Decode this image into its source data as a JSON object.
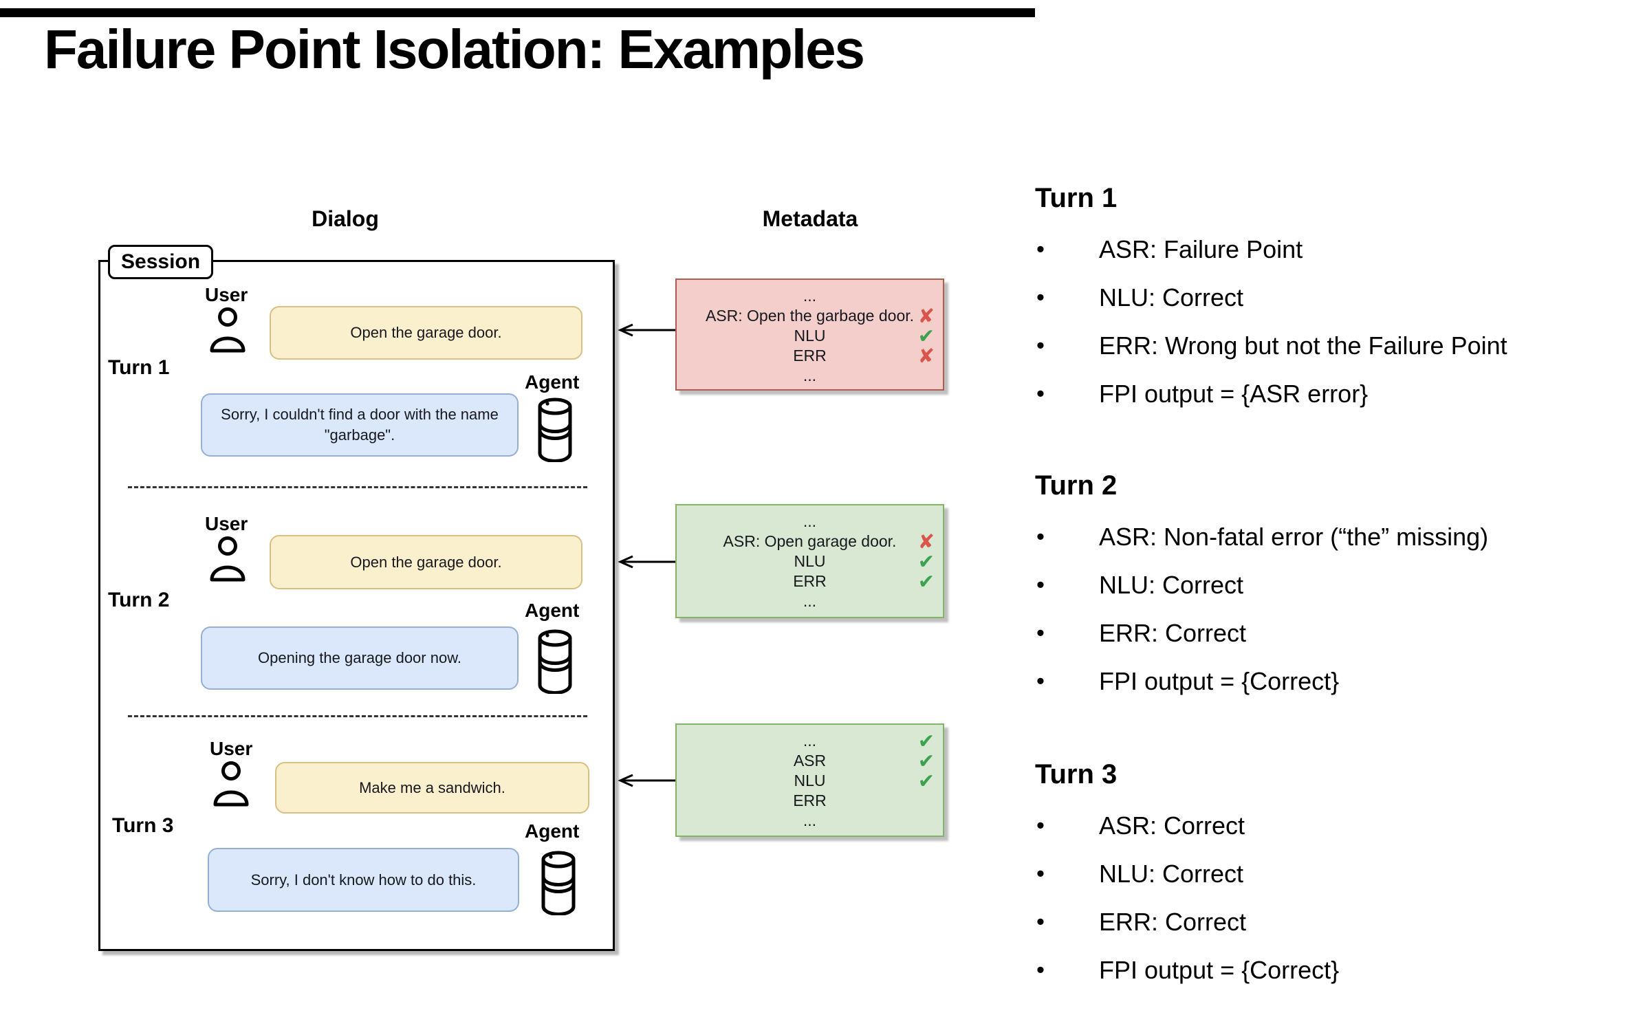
{
  "slide": {
    "title": "Failure Point Isolation: Examples"
  },
  "diagram": {
    "dialog_heading": "Dialog",
    "metadata_heading": "Metadata",
    "session_label": "Session",
    "turns": [
      {
        "label": "Turn 1",
        "user_label": "User",
        "agent_label": "Agent",
        "user_message": "Open the garage door.",
        "agent_message": "Sorry, I couldn't find a door with the name \"garbage\".",
        "metadata": {
          "status": "error",
          "rows": [
            {
              "text": "..."
            },
            {
              "text": "ASR: Open the garbage door.",
              "mark": "cross"
            },
            {
              "text": "NLU",
              "mark": "check"
            },
            {
              "text": "ERR",
              "mark": "cross"
            },
            {
              "text": "..."
            }
          ]
        }
      },
      {
        "label": "Turn 2",
        "user_label": "User",
        "agent_label": "Agent",
        "user_message": "Open the garage door.",
        "agent_message": "Opening the garage door now.",
        "metadata": {
          "status": "ok",
          "rows": [
            {
              "text": "..."
            },
            {
              "text": "ASR: Open garage door.",
              "mark": "cross"
            },
            {
              "text": "NLU",
              "mark": "check"
            },
            {
              "text": "ERR",
              "mark": "check"
            },
            {
              "text": "..."
            }
          ]
        }
      },
      {
        "label": "Turn 3",
        "user_label": "User",
        "agent_label": "Agent",
        "user_message": "Make me a sandwich.",
        "agent_message": "Sorry, I don't know how to do this.",
        "metadata": {
          "status": "ok",
          "rows": [
            {
              "text": "...",
              "mark": "check"
            },
            {
              "text": "ASR",
              "mark": "check"
            },
            {
              "text": "NLU",
              "mark": "check"
            },
            {
              "text": "ERR"
            },
            {
              "text": "..."
            }
          ]
        }
      }
    ]
  },
  "right_panel": {
    "turns": [
      {
        "heading": "Turn 1",
        "bullets": [
          "ASR: Failure Point",
          "NLU: Correct",
          "ERR: Wrong but not the Failure Point",
          "FPI output = {ASR error}"
        ]
      },
      {
        "heading": "Turn 2",
        "bullets": [
          "ASR: Non-fatal error (“the” missing)",
          "NLU: Correct",
          "ERR: Correct",
          "FPI output = {Correct}"
        ]
      },
      {
        "heading": "Turn 3",
        "bullets": [
          "ASR: Correct",
          "NLU: Correct",
          "ERR: Correct",
          "FPI output = {Correct}"
        ]
      }
    ]
  },
  "icons": {
    "check": "✔",
    "cross": "✘",
    "bullet": "•"
  },
  "colors": {
    "user_bubble_fill": "#fbf0cd",
    "user_bubble_border": "#d8bf85",
    "agent_bubble_fill": "#dbe8fc",
    "agent_bubble_border": "#96afd3",
    "meta_error_fill": "#f4cecb",
    "meta_error_border": "#b05a52",
    "meta_ok_fill": "#d8e8d2",
    "meta_ok_border": "#82b366",
    "check_mark": "#3da14f",
    "cross_mark": "#d9544a"
  }
}
